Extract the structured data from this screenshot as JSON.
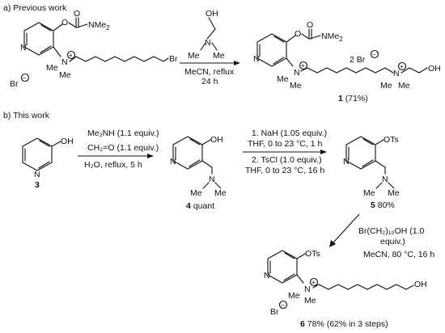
{
  "section_a": {
    "heading": "a) Previous work",
    "start": {
      "carbamate": "O",
      "carbamate_carbonyl": "O",
      "nme2": "NMe",
      "nme2_sub": "2",
      "n_plus": "N",
      "plus": "+",
      "me_a": "Me",
      "me_b": "Me",
      "bromo": "Br",
      "ring_n": "N",
      "counterion": "Br",
      "minus": "−"
    },
    "reagent": {
      "oh": "OH",
      "n": "N",
      "me_left": "Me",
      "me_right": "Me"
    },
    "conditions": {
      "line1": "MeCN, reflux",
      "line2": "24 h"
    },
    "product": {
      "carbamate": "O",
      "carbamate_carbonyl": "O",
      "nme2": "NMe",
      "nme2_sub": "2",
      "n_plus_1": "N",
      "n_plus_2": "N",
      "plus": "+",
      "me_1": "Me",
      "me_2": "Me",
      "me_3": "Me",
      "me_4": "Me",
      "counterions": "2 Br",
      "minus": "−",
      "oh": "OH",
      "ring_n": "N",
      "label_number": "1",
      "label_yield": " (71%)"
    }
  },
  "section_b": {
    "heading": "b) This work",
    "cmpd3": {
      "oh": "OH",
      "ring_n": "N",
      "label": "3"
    },
    "step1": {
      "line1": "Me₂NH (1.1 equiv.)",
      "line2": "CH₂=O (1.1 equiv.)",
      "line3": "H₂O, reflux, 5 h"
    },
    "cmpd4": {
      "oh": "OH",
      "ring_n": "N",
      "n": "N",
      "me_left": "Me",
      "me_right": "Me",
      "label_number": "4",
      "label_yield": " quant"
    },
    "step2": {
      "line1": "1. NaH (1.05 equiv.)",
      "line2": "THF, 0 to 23 °C, 1 h",
      "line3": "2. TsCl (1.0 equiv.)",
      "line4": "THF, 0 to 23 °C, 16 h"
    },
    "cmpd5": {
      "ots": "OTs",
      "ring_n": "N",
      "n": "N",
      "me_left": "Me",
      "me_right": "Me",
      "label_number": "5",
      "label_yield": " 80%"
    },
    "step3": {
      "line1": "Br(CH₂)₁₀OH (1.0",
      "line2": "equiv.)",
      "line3": "MeCN, 80 °C, 16 h"
    },
    "cmpd6": {
      "ots": "OTs",
      "ring_n": "N",
      "n_plus": "N",
      "plus": "+",
      "me_left": "Me",
      "me_right": "Me",
      "oh": "OH",
      "counterion": "Br",
      "minus": "−",
      "label_number": "6",
      "label_yield": " 78% (62% in 3 steps)"
    }
  }
}
